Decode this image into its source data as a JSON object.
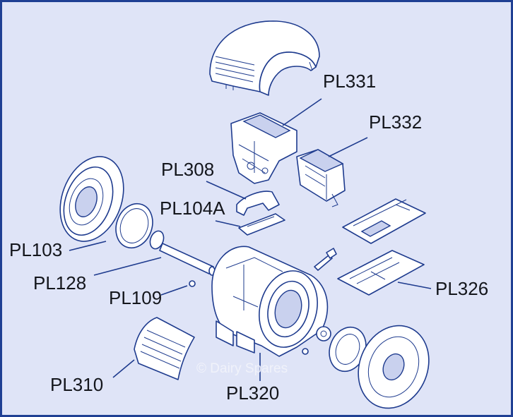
{
  "watermark": "© Dairy Spares",
  "labels": {
    "pl331": "PL331",
    "pl332": "PL332",
    "pl308": "PL308",
    "pl104a": "PL104A",
    "pl103": "PL103",
    "pl128": "PL128",
    "pl109": "PL109",
    "pl326": "PL326",
    "pl310": "PL310",
    "pl320": "PL320"
  },
  "colors": {
    "background": "#dfe4f7",
    "border": "#1f3f93",
    "line_art": "#1e3b8e",
    "label_text": "#14161c"
  }
}
